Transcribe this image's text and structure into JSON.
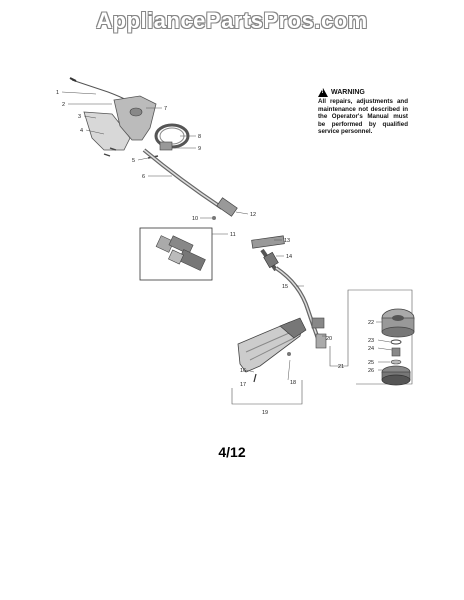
{
  "site": {
    "watermark": "AppliancePartsPros.com"
  },
  "warning": {
    "title": "WARNING",
    "text": "All repairs, adjustments and maintenance not described in the Operator's Manual must be performed by qualified service personnel."
  },
  "page_number": "4/12",
  "callouts": [
    "1",
    "2",
    "3",
    "4",
    "5",
    "6",
    "7",
    "8",
    "9",
    "10",
    "11",
    "12",
    "13",
    "14",
    "15",
    "16",
    "17",
    "18",
    "19",
    "20",
    "21",
    "22",
    "23",
    "24",
    "25",
    "26"
  ],
  "colors": {
    "line": "#555555",
    "fill_dark": "#7a7a7a",
    "fill_mid": "#a8a8a8",
    "fill_light": "#d8d8d8"
  }
}
